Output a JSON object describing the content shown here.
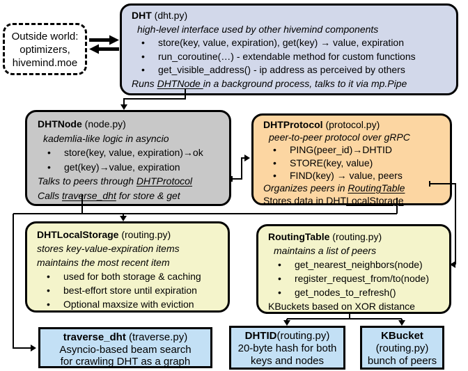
{
  "diagram_title": "Hivemind DHT architecture",
  "colors": {
    "dht_bg": "#d2d8ea",
    "dhtnode_bg": "#c8c8c8",
    "dhtprotocol_bg": "#fcd6a2",
    "storage_bg": "#f4f4cb",
    "bottom_bg": "#c3e0f5",
    "border": "#000000",
    "background": "#ffffff"
  },
  "outside_world": {
    "line1": "Outside world:",
    "line2": "optimizers,",
    "line3": "hivemind.moe"
  },
  "dht": {
    "title": "DHT",
    "file": " (dht.py)",
    "subtitle": "high-level interface used by other hivemind components",
    "bullets": [
      "store(key, value, expiration), get(key) → value, expiration",
      "run_coroutine(…) - extendable method for custom functions",
      "get_visible_address() - ip address as perceived by others"
    ],
    "footer": {
      "pre": "Runs ",
      "link": "DHTNode ",
      "post": "in a background process, talks to it via mp.Pipe"
    }
  },
  "dhtnode": {
    "title": "DHTNode",
    "file": " (node.py)",
    "subtitle": "kademlia-like logic in asyncio",
    "bullets": [
      "store(key, value, expiration)→ok",
      "get(key)→value, expiration"
    ],
    "line5": {
      "pre": "Talks to peers through ",
      "link": "DHTProtocol"
    },
    "line6": {
      "pre": "Calls ",
      "link": "traverse_dht",
      "post": " for store & get"
    }
  },
  "dhtprotocol": {
    "title": "DHTProtocol",
    "file": " (protocol.py)",
    "subtitle": "peer-to-peer protocol over gRPC",
    "bullets": [
      "PING(peer_id)→DHTID",
      "STORE(key, value)",
      "FIND(key) → value, peers"
    ],
    "line6": {
      "pre": "Organizes peers in ",
      "link": "RoutingTable"
    },
    "line7": {
      "pre": "Stores data in DHT",
      "link": "LocalStorage"
    }
  },
  "dhtlocalstorage": {
    "title": "DHTLocalStorage",
    "file": " (routing.py)",
    "subtitle1": "stores key-value-expiration items",
    "subtitle2": "maintains the most recent item",
    "bullets": [
      "used for both storage & caching",
      "best-effort store until expiration",
      "Optional maxsize with eviction"
    ]
  },
  "routingtable": {
    "title": "RoutingTable",
    "file": " (routing.py)",
    "subtitle": "maintains a list of peers",
    "bullets": [
      "get_nearest_neighbors(node)",
      "register_request_from/to(node)",
      "get_nodes_to_refresh()"
    ],
    "footer": "KBuckets based on XOR distance"
  },
  "traverse_dht": {
    "title": "traverse_dht",
    "file": " (traverse.py)",
    "line2": "Asyncio-based beam search",
    "line3": "for crawling DHT as a graph"
  },
  "dhtid": {
    "title": "DHTID",
    "file": "(routing.py)",
    "line2": "20-byte hash for both",
    "line3": "keys and nodes"
  },
  "kbucket": {
    "title": "KBucket",
    "file": "(routing.py)",
    "line3": "bunch of peers"
  }
}
